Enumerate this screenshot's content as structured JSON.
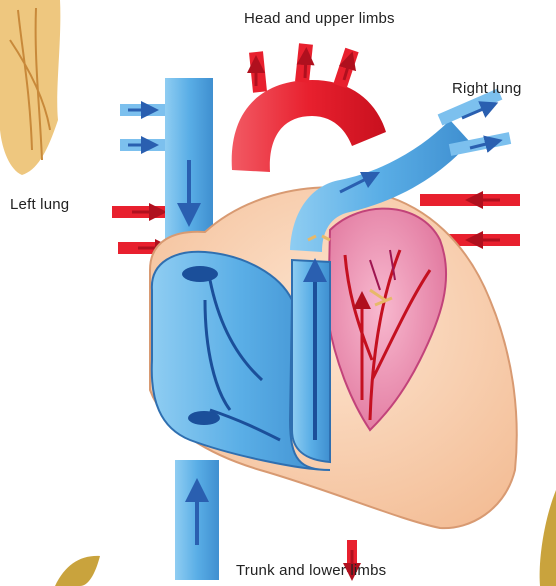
{
  "labels": {
    "head": "Head and upper limbs",
    "right_lung": "Right lung",
    "left_lung": "Left lung",
    "trunk": "Trunk and lower limbs"
  },
  "colors": {
    "oxygenated": "#e8202e",
    "deoxygenated": "#5aaee6",
    "myocardium": "#f6c9a8",
    "arrow_blue": "#2a5fb0",
    "arrow_red": "#c41020",
    "decor": "#e7b96a"
  }
}
